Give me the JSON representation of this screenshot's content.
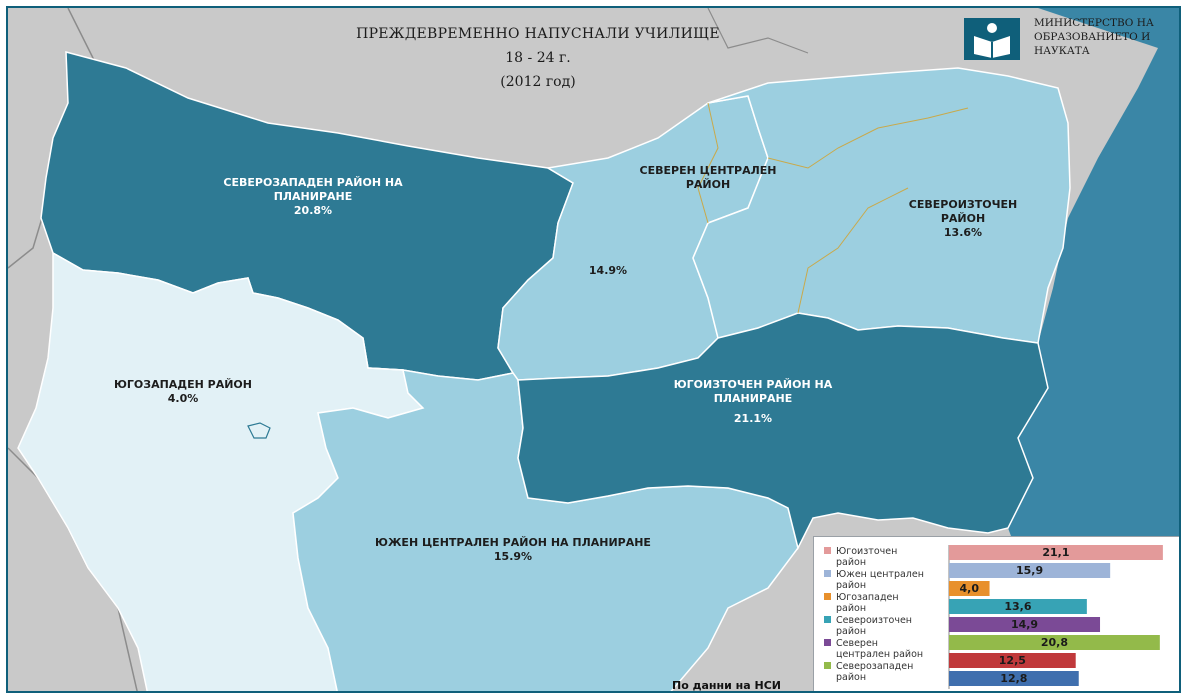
{
  "title": {
    "line1": "ПРЕЖДЕВРЕМЕННО НАПУСНАЛИ УЧИЛИЩЕ",
    "line2": "18 - 24 г.",
    "line3": "(2012 год)"
  },
  "logo": {
    "line1": "МИНИСТЕРСТВО НА",
    "line2": "ОБРАЗОВАНИЕТО И",
    "line3": "НАУКАТА"
  },
  "regions": {
    "northwest": {
      "name_line1": "СЕВЕРОЗАПАДЕН РАЙОН НА",
      "name_line2": "ПЛАНИРАНЕ",
      "value": "20.8%",
      "color": "#2e7a94"
    },
    "north_central": {
      "name_line1": "СЕВЕРЕН ЦЕНТРАЛЕН",
      "name_line2": "РАЙОН",
      "value": "14.9%",
      "color": "#9ccfe0"
    },
    "northeast": {
      "name_line1": "СЕВЕРОИЗТОЧЕН",
      "name_line2": "РАЙОН",
      "value": "13.6%",
      "color": "#9ccfe0"
    },
    "southwest": {
      "name_line1": "ЮГОЗАПАДЕН РАЙОН",
      "value": "4.0%",
      "color": "#e2f1f6"
    },
    "southeast": {
      "name_line1": "ЮГОИЗТОЧЕН РАЙОН НА",
      "name_line2": "ПЛАНИРАНЕ",
      "value": "21.1%",
      "color": "#2e7a94"
    },
    "south_central": {
      "name_line1": "ЮЖЕН ЦЕНТРАЛЕН РАЙОН НА ПЛАНИРАНЕ",
      "value": "15.9%",
      "color": "#9ccfe0"
    }
  },
  "source": "По данни на НСИ",
  "chart_data": {
    "type": "bar",
    "orientation": "horizontal",
    "legend_position": "left",
    "x_ticks": [
      "0,0",
      "5,0",
      "10,0",
      "15,0",
      "20,0"
    ],
    "xlim": [
      0,
      22
    ],
    "legend": [
      {
        "label_lines": [
          "Югоизточен",
          "район"
        ],
        "color": "#e39a9a"
      },
      {
        "label_lines": [
          "Южен централен",
          "район"
        ],
        "color": "#9db4d8"
      },
      {
        "label_lines": [
          "Югозападен",
          "район"
        ],
        "color": "#e8902c"
      },
      {
        "label_lines": [
          "Североизточен",
          "район"
        ],
        "color": "#37a3b5"
      },
      {
        "label_lines": [
          "Северен",
          "централен район"
        ],
        "color": "#7b4a96"
      },
      {
        "label_lines": [
          "Северозападен",
          "район"
        ],
        "color": "#93ba4a"
      }
    ],
    "bars": [
      {
        "value": 21.1,
        "label": "21,1",
        "color": "#e39a9a"
      },
      {
        "value": 15.9,
        "label": "15,9",
        "color": "#9db4d8"
      },
      {
        "value": 4.0,
        "label": "4,0",
        "color": "#e8902c"
      },
      {
        "value": 13.6,
        "label": "13,6",
        "color": "#37a3b5"
      },
      {
        "value": 14.9,
        "label": "14,9",
        "color": "#7b4a96"
      },
      {
        "value": 20.8,
        "label": "20,8",
        "color": "#93ba4a"
      },
      {
        "value": 12.5,
        "label": "12,5",
        "color": "#c0393b"
      },
      {
        "value": 12.8,
        "label": "12,8",
        "color": "#3f6fae"
      }
    ]
  }
}
